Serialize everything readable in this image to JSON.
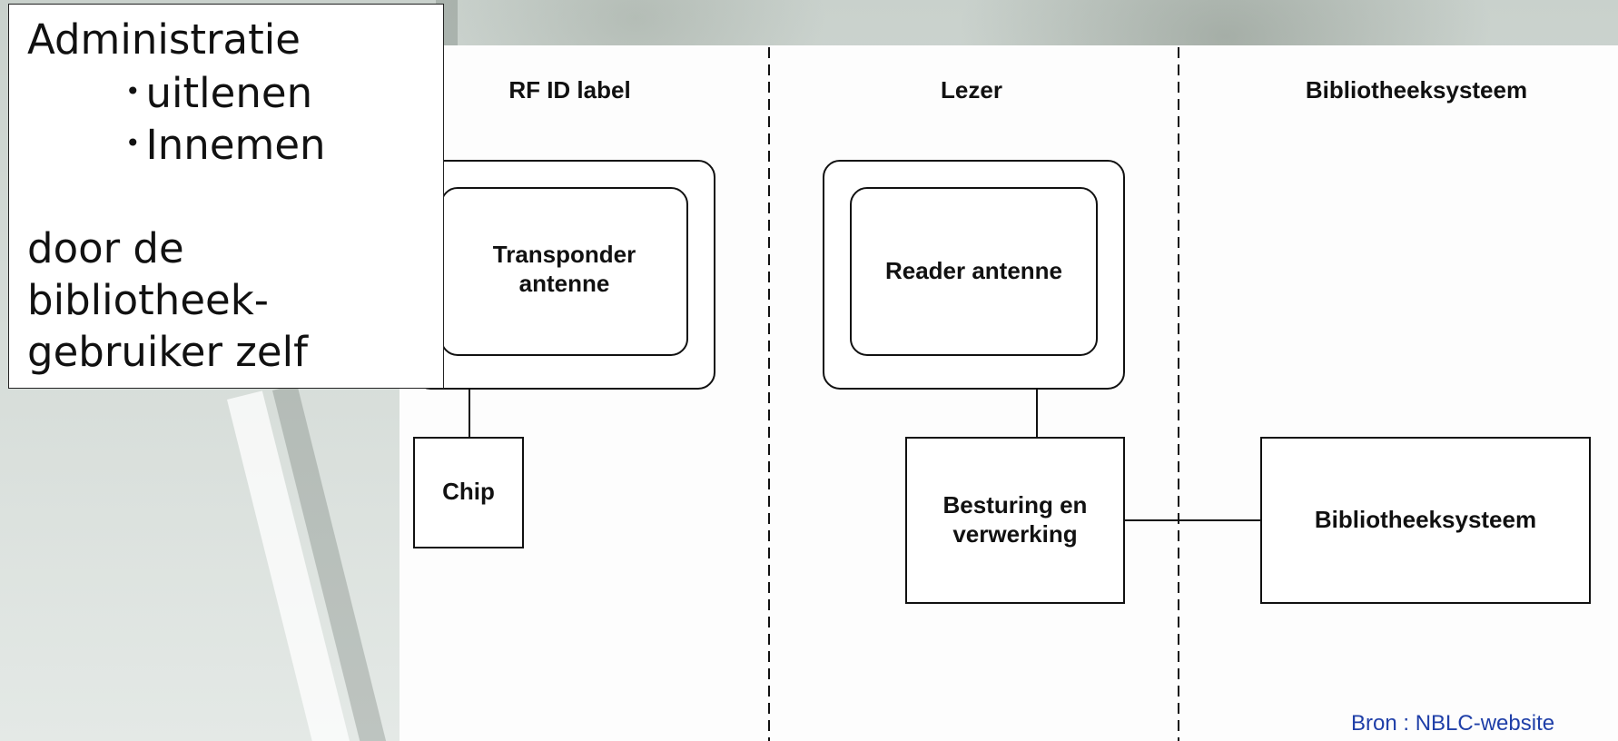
{
  "textbox": {
    "title": "Administratie",
    "items": [
      "uitlenen",
      "Innemen"
    ],
    "lines": [
      "door de",
      "bibliotheek-",
      "gebruiker zelf"
    ]
  },
  "columns": [
    "RF ID label",
    "Lezer",
    "Bibliotheeksysteem"
  ],
  "boxes": {
    "transponder": "Transponder\nantenne",
    "chip": "Chip",
    "reader": "Reader antenne",
    "besturing": "Besturing en\nverwerking",
    "bibliotheek": "Bibliotheeksysteem"
  },
  "source": "Bron : NBLC-website",
  "colors": {
    "source_text": "#1f3fa8",
    "lines": "#111111"
  }
}
